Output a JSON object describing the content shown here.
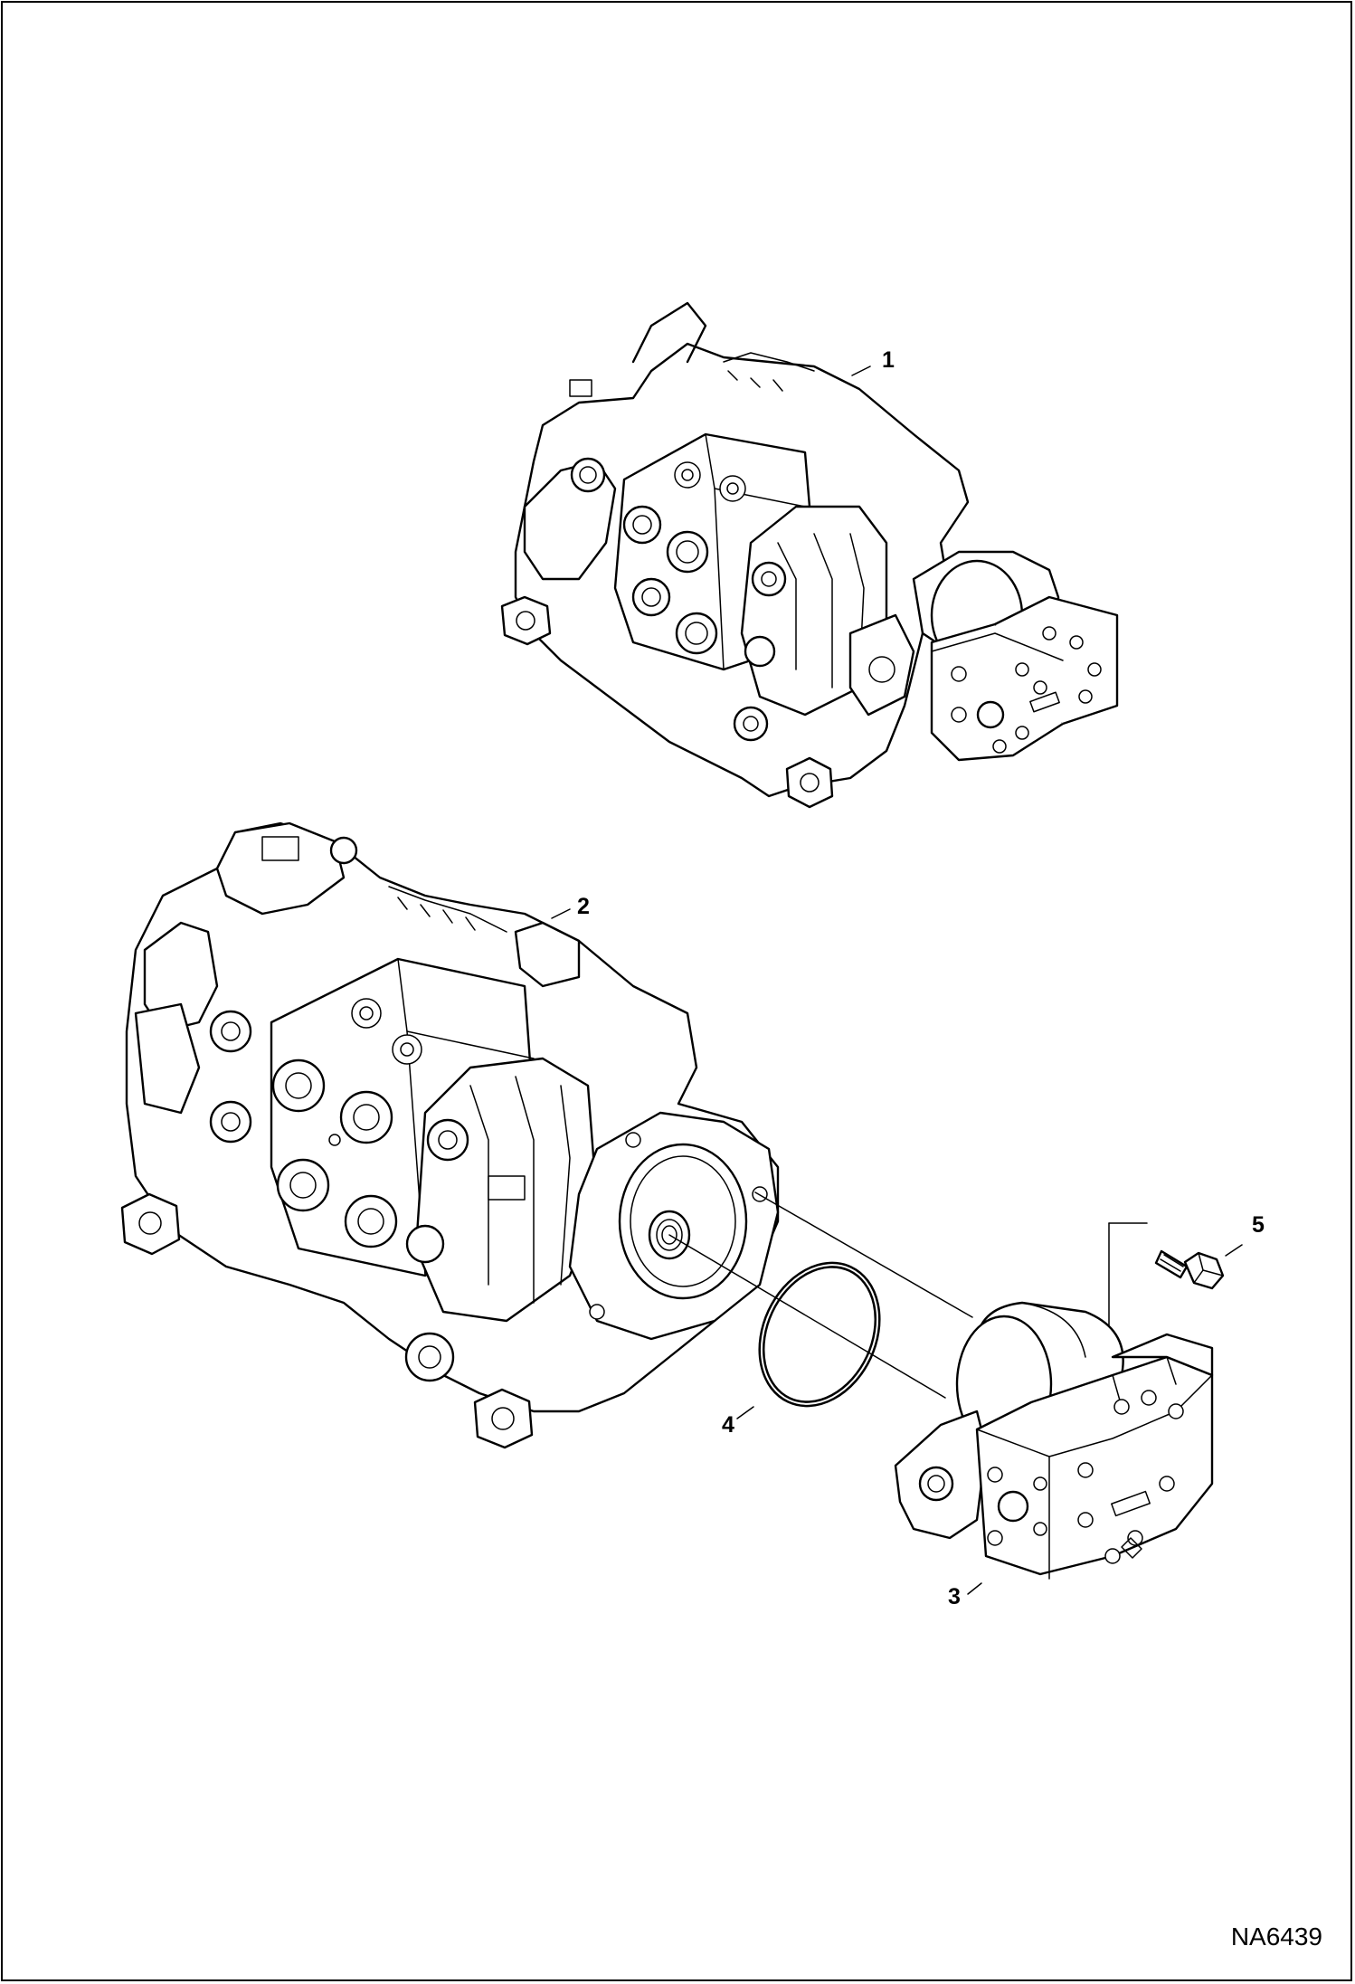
{
  "figure": {
    "reference_code": "NA6439"
  },
  "callouts": [
    {
      "id": "1",
      "label": "1"
    },
    {
      "id": "2",
      "label": "2"
    },
    {
      "id": "3",
      "label": "3"
    },
    {
      "id": "4",
      "label": "4"
    },
    {
      "id": "5",
      "label": "5"
    }
  ],
  "parts": [
    {
      "callout": "1",
      "icon": "hydrostatic-pump-assembly-icon"
    },
    {
      "callout": "2",
      "icon": "hydrostatic-pump-icon"
    },
    {
      "callout": "3",
      "icon": "gear-pump-icon"
    },
    {
      "callout": "4",
      "icon": "o-ring-icon"
    },
    {
      "callout": "5",
      "icon": "bolt-icon"
    }
  ],
  "colors": {
    "line": "#000000",
    "background": "#ffffff"
  }
}
